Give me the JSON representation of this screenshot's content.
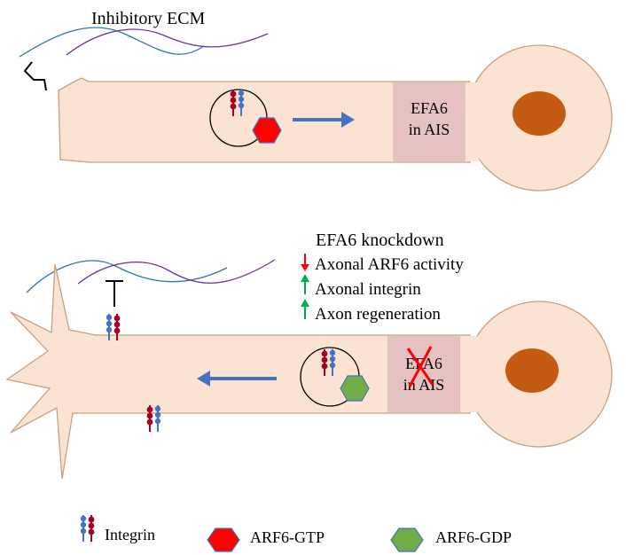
{
  "top_panel": {
    "title": "Inhibitory ECM",
    "ais_line1": "EFA6",
    "ais_line2": "in AIS"
  },
  "bottom_panel": {
    "heading": "EFA6 knockdown",
    "effects": [
      {
        "direction": "down",
        "text": "Axonal ARF6 activity"
      },
      {
        "direction": "up",
        "text": "Axonal integrin"
      },
      {
        "direction": "up",
        "text": "Axon regeneration"
      }
    ],
    "ais_line1": "EFA6",
    "ais_line2": "in AIS"
  },
  "legend": {
    "integrin": "Integrin",
    "gtp": "ARF6-GTP",
    "gdp": "ARF6-GDP"
  },
  "colors": {
    "neuron_fill": "#fbe3d3",
    "neuron_stroke": "#c8a07e",
    "nucleus": "#c55a11",
    "ais_fill": "#e6c1c1",
    "arrow_blue": "#4472c4",
    "ecm_blue": "#2e75b6",
    "ecm_purple": "#7030a0",
    "integrin_red": "#a50021",
    "integrin_blue": "#4472c4",
    "gtp_red": "#ff0000",
    "gdp_green": "#70ad47",
    "up_green": "#00b050",
    "down_red": "#ff0000",
    "knockdown_x": "#ff0000"
  }
}
